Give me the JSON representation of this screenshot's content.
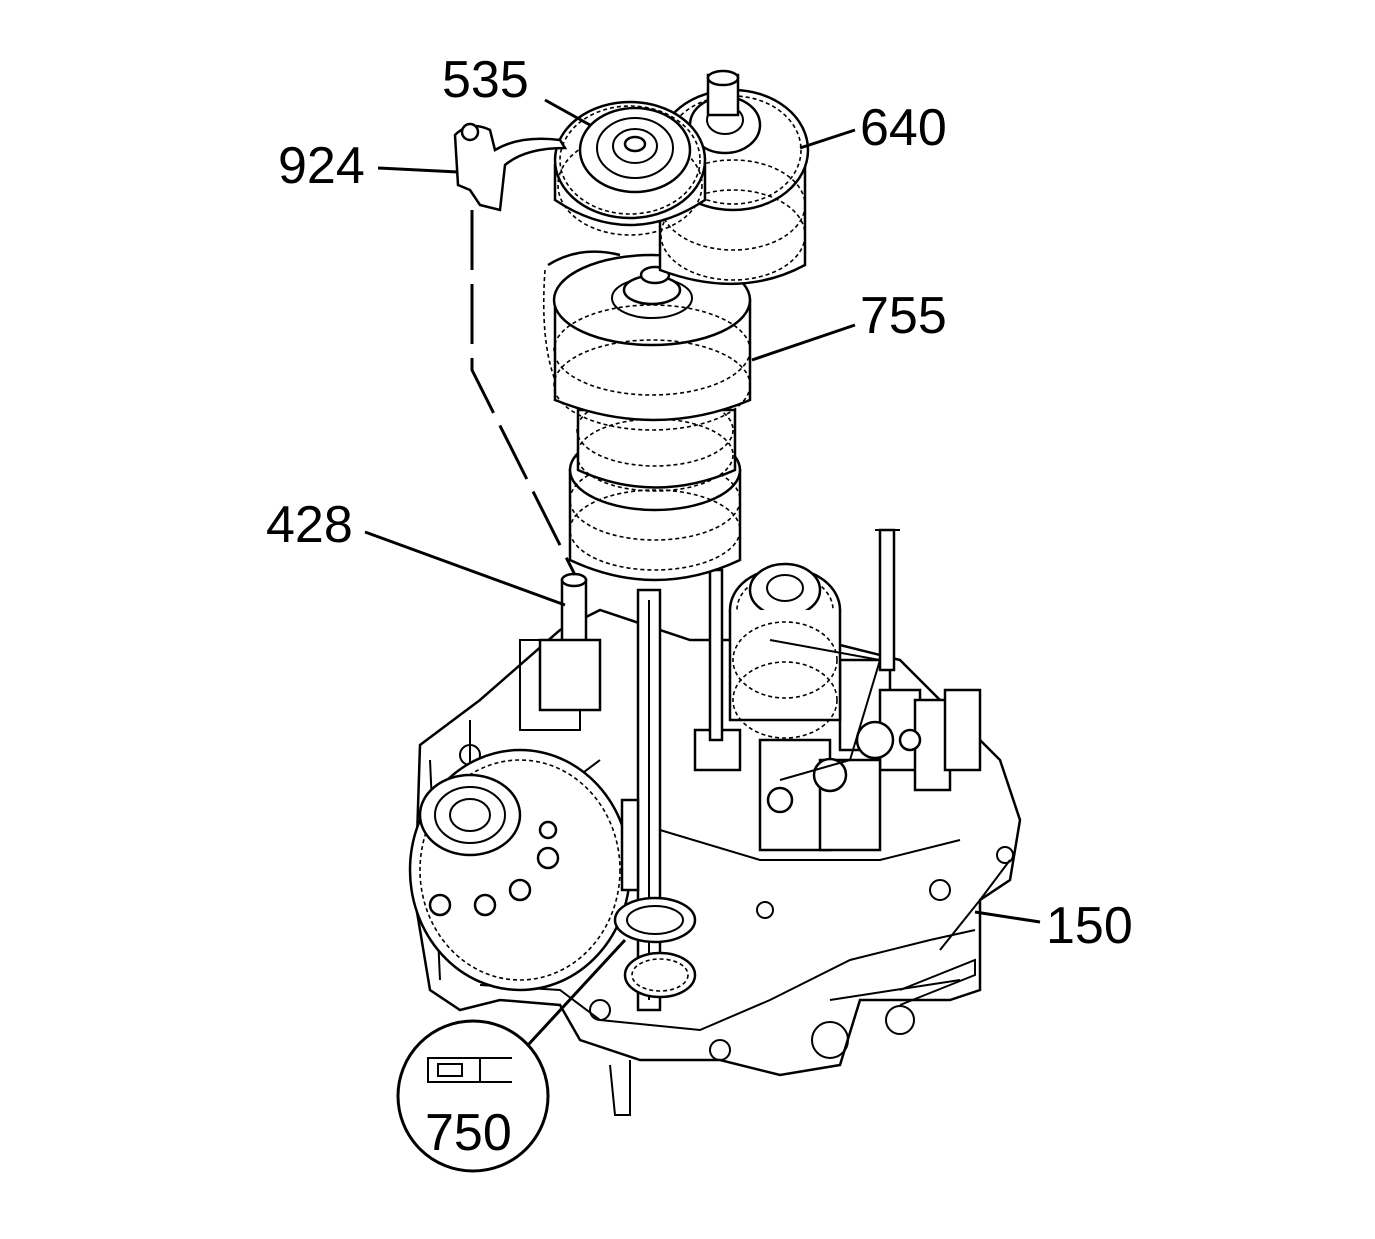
{
  "callouts": [
    {
      "id": "535",
      "label": "535"
    },
    {
      "id": "640",
      "label": "640"
    },
    {
      "id": "924",
      "label": "924"
    },
    {
      "id": "755",
      "label": "755"
    },
    {
      "id": "428",
      "label": "428"
    },
    {
      "id": "150",
      "label": "150"
    }
  ],
  "tool_callout": {
    "label": "750",
    "icon": "tool-icon"
  }
}
